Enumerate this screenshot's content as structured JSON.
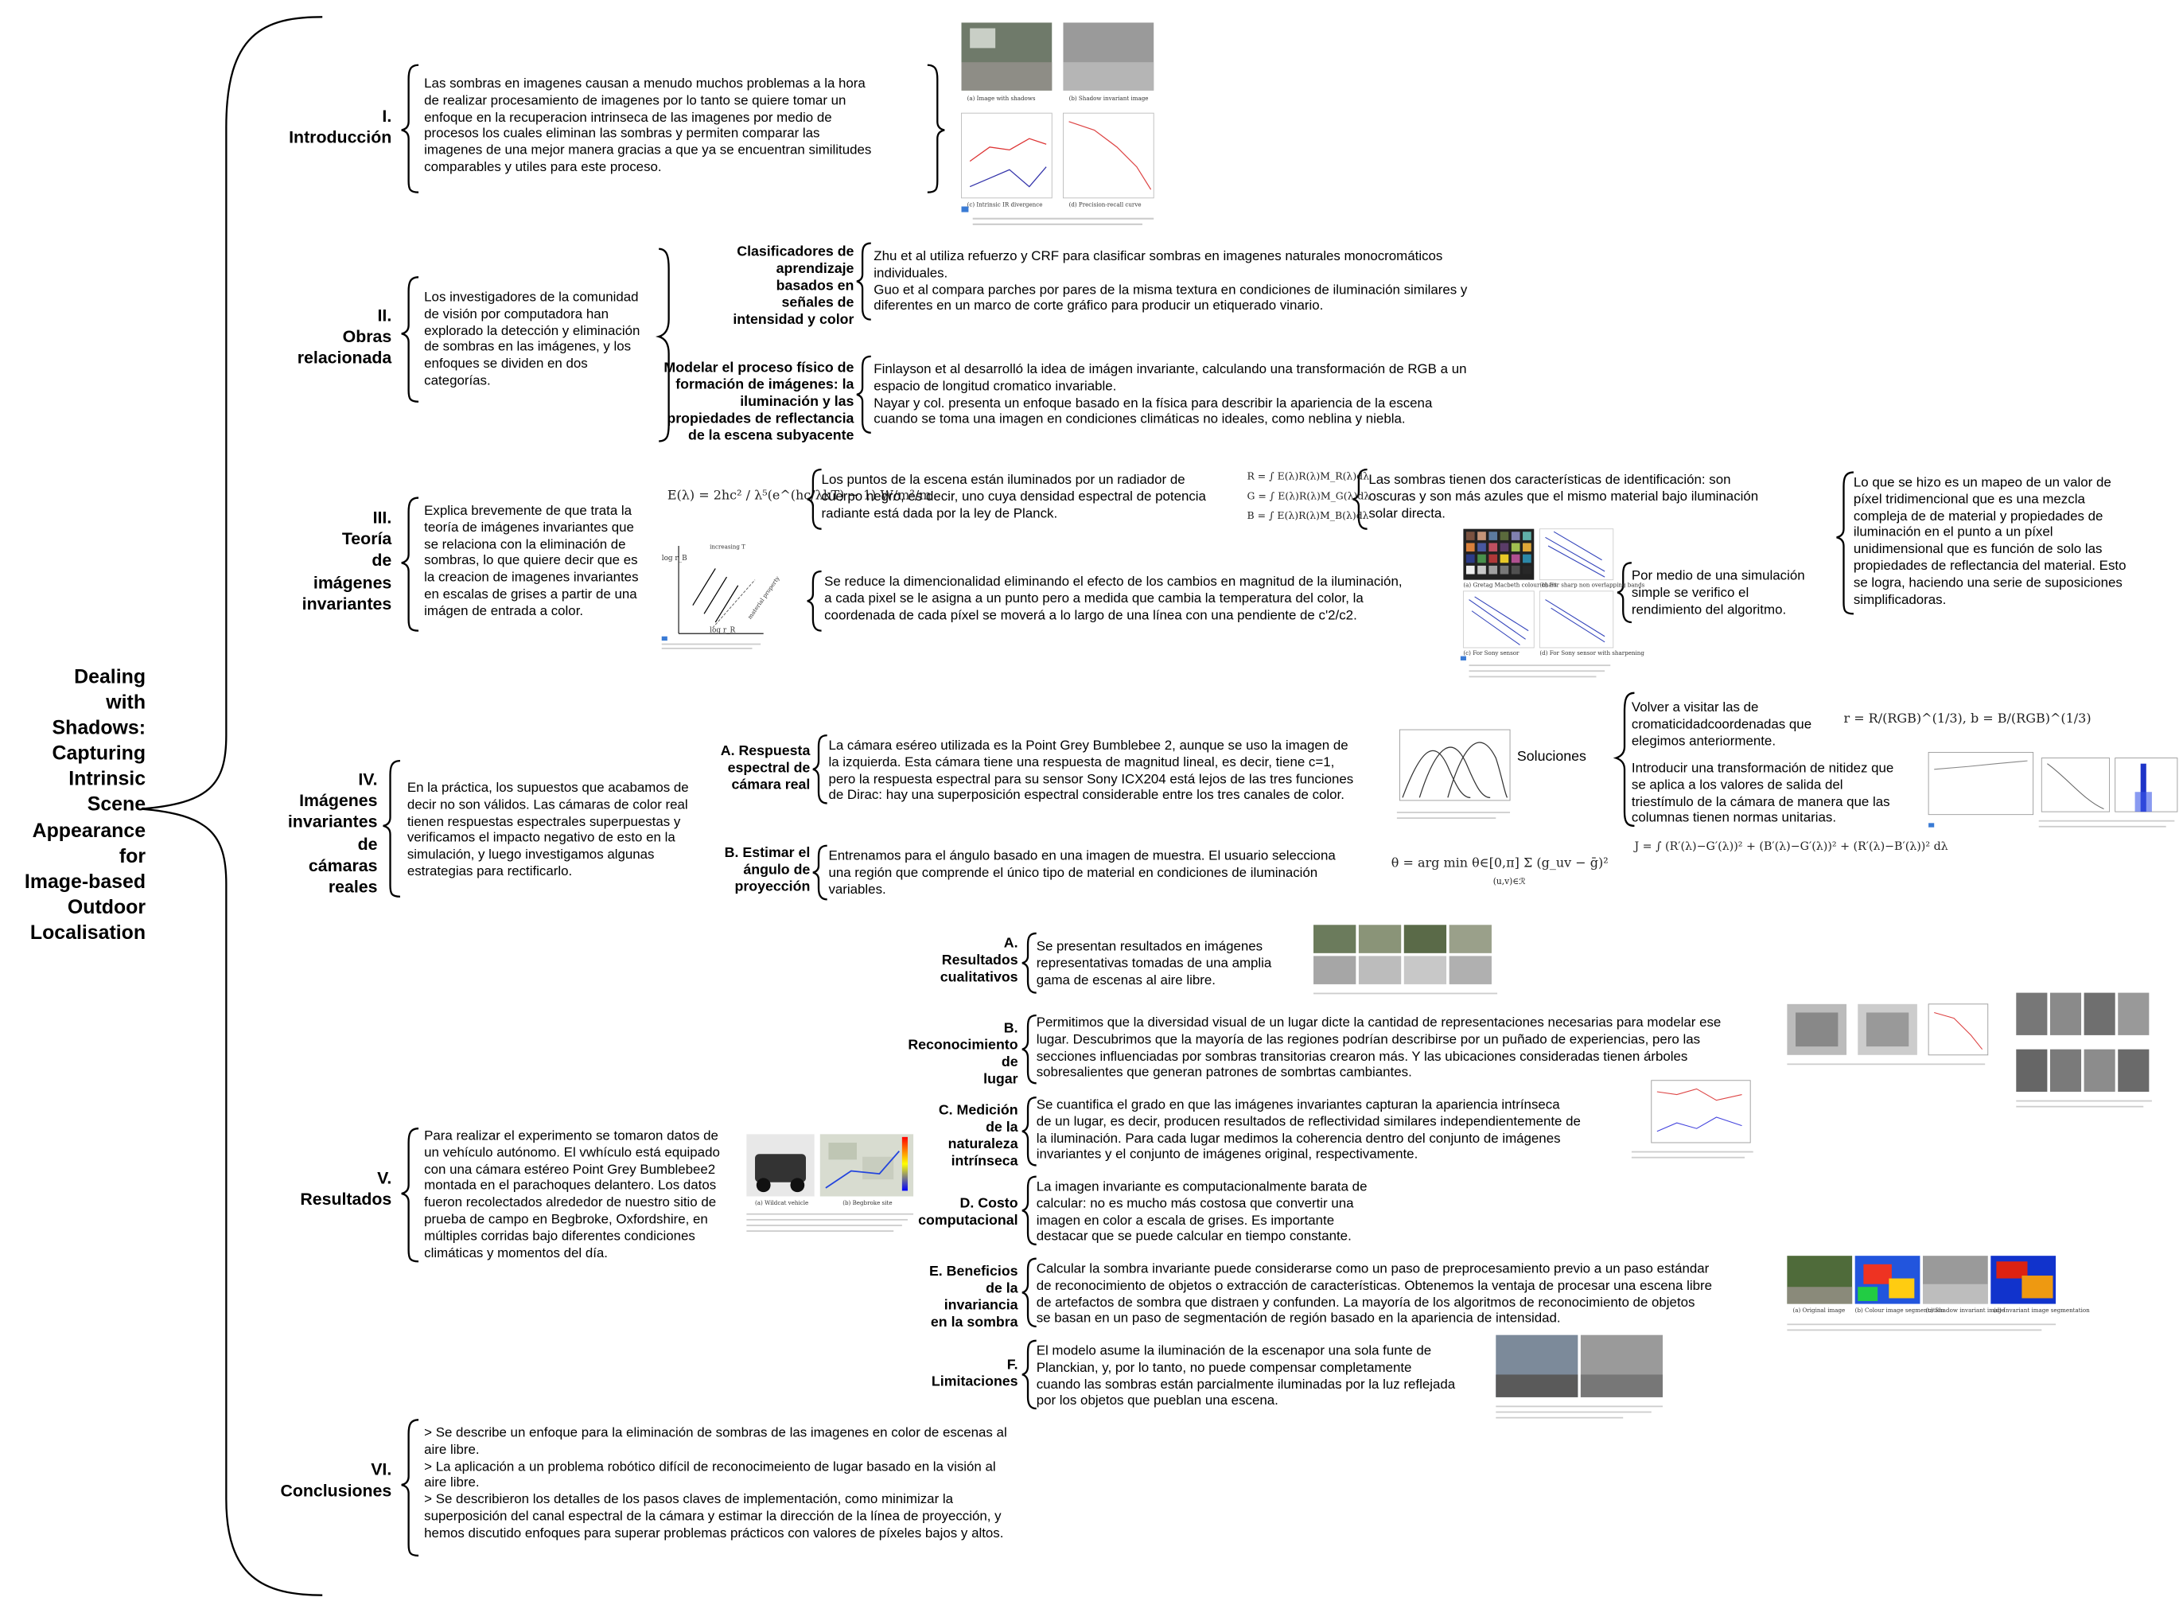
{
  "root": {
    "title_lines": [
      "Dealing",
      "with",
      "Shadows:",
      "Capturing",
      "Intrinsic",
      "Scene",
      "Appearance",
      "for",
      "Image-based",
      "Outdoor",
      "Localisation"
    ]
  },
  "sections": [
    {
      "num": "I.",
      "title_lines": [
        "Introducción"
      ],
      "text_lines": [
        "Las sombras en imagenes causan a menudo muchos problemas a la hora",
        "de realizar procesamiento de imagenes por lo tanto se quiere tomar un",
        "enfoque en  la recuperacion intrinseca de las imagenes por medio de",
        "procesos los cuales eliminan las sombras y permiten comparar las",
        "imagenes de una mejor manera gracias a que ya se encuentran similitudes",
        "comparables y utiles para este proceso."
      ],
      "figure_captions": [
        "(a) Image with shadows",
        "(b) Shadow invariant image",
        "(c) Intrinsic IR divergence",
        "(d) Precision-recall curve"
      ]
    },
    {
      "num": "II.",
      "title_lines": [
        "Obras",
        "relacionada"
      ],
      "text_lines": [
        "Los investigadores de la comunidad",
        "de visión por computadora han",
        "explorado la detección y eliminación",
        "de sombras en las imágenes, y los",
        "enfoques se dividen en dos",
        "categorías."
      ],
      "subs": [
        {
          "label_lines": [
            "Clasificadores de",
            "aprendizaje",
            "basados     en",
            "señales de",
            "intensidad y color"
          ],
          "text_lines": [
            "Zhu et al utiliza refuerzo y CRF para clasificar sombras en imagenes naturales monocromáticos",
            "individuales.",
            "Guo et al compara parches por pares de la misma textura en condiciones de iluminación similares y",
            "diferentes  en un marco de corte gráfico para producir un etiquerado vinario."
          ]
        },
        {
          "label_lines": [
            "Modelar el proceso físico de",
            "formación de imágenes: la",
            "iluminación y las",
            "propiedades de reflectancia",
            "de la escena subyacente"
          ],
          "text_lines": [
            "Finlayson et al desarrolló la idea de imágen invariante, calculando una transformación de RGB a un",
            "espacio de longitud cromatico invariable.",
            "Nayar y col. presenta un enfoque basado en la física para describir la apariencia de la escena",
            "cuando se toma una imagen en condiciones climáticas no ideales, como neblina y niebla."
          ]
        }
      ]
    },
    {
      "num": "III.",
      "title_lines": [
        "Teoría",
        "de",
        "imágenes",
        "invariantes"
      ],
      "text_lines": [
        "Explica brevemente de que trata la",
        "teoría de imágenes invariantes que",
        "se relaciona con la eliminación de",
        "sombras, lo que quiere decir que es",
        "la creacion de imagenes invariantes",
        "en escalas de grises a partir de una",
        "imágen de entrada a color."
      ],
      "planck_lines": [
        "Los puntos de la escena están iluminados por un radiador de",
        "cuerpo negro, es decir, uno cuya densidad espectral de potencia",
        "radiante está dada por la ley de Planck."
      ],
      "shadow_traits_lines": [
        "Las sombras tienen dos características de identificación: son",
        "oscuras y son más azules que el mismo material bajo iluminación",
        "solar directa."
      ],
      "mapping_lines": [
        "Lo que se hizo es un mapeo de un valor de",
        "píxel tridimencional que es una mezcla",
        "compleja de de material y propiedades de",
        "iluminación en el punto a un píxel",
        "unidimensional que es función de solo las",
        "propiedades de reflectancia del material. Esto",
        "se logra, haciendo una serie de suposiciones",
        "simplificadoras."
      ],
      "reduce_lines": [
        "Se reduce la dimencionalidad eliminando el efecto de los cambios en magnitud de la iluminación,",
        "a cada pixel se le asigna a un punto pero a medida que cambia la temperatura del color, la",
        "coordenada de cada píxel se moverá a lo largo de una línea con una pendiente de c'2/c2."
      ],
      "simulation_lines": [
        "Por medio de una simulación",
        "simple se verifico el",
        "rendimiento del algoritmo."
      ],
      "figure_labels": [
        "log r_B",
        "log r_R",
        "increasing T",
        "material property"
      ],
      "chart_captions": [
        "(a) Gretag Macbeth colour chart",
        "(b) For sharp non overlapping bands",
        "(c) For Sony sensor",
        "(d) For Sony sensor with sharpening"
      ]
    },
    {
      "num": "IV.",
      "title_lines": [
        "Imágenes",
        "invariantes",
        "de",
        "cámaras",
        "reales"
      ],
      "text_lines": [
        "En la práctica, los supuestos que acabamos de",
        "decir no son válidos. Las cámaras de color real",
        "tienen respuestas espectrales superpuestas y",
        "verificamos el impacto negativo de esto en la",
        "simulación, y luego investigamos algunas",
        "estrategias para rectificarlo."
      ],
      "subs": [
        {
          "label_lines": [
            "A. Respuesta",
            "espectral de",
            "cámara real"
          ],
          "text_lines": [
            "La cámara eséreo utilizada es la Point Grey Bumblebee 2, aunque se uso la imagen de",
            "la izquierda. Esta cámara tiene una respuesta de magnitud lineal, es decir, tiene c=1,",
            "pero la respuesta espectral para su sensor Sony ICX204 está lejos de las tres funciones",
            "de Dirac: hay una superposición espectral considerable entre los tres canales de color."
          ]
        },
        {
          "label_lines": [
            "B. Estimar el",
            "ángulo de",
            "proyección"
          ],
          "text_lines": [
            "Entrenamos para el ángulo basado en una imagen de muestra. El usuario selecciona",
            "una región que comprende el único tipo de material en condiciones de iluminación",
            "variables."
          ]
        }
      ],
      "solutions_label": "Soluciones",
      "solution1_lines": [
        "Volver a visitar las  de",
        "cromaticidadcoordenadas que",
        "elegimos anteriormente."
      ],
      "solution2_lines": [
        "Introducir una transformación de nitidez que",
        "se aplica a los valores de salida del",
        "triestímulo de la cámara de manera que las",
        "columnas tienen normas unitarias."
      ]
    },
    {
      "num": "V.",
      "title_lines": [
        "Resultados"
      ],
      "text_lines": [
        "Para realizar el experimento se tomaron datos de",
        "un vehículo autónomo. El vwhículo está equipado",
        "con una cámara estéreo Point Grey Bumblebee2",
        "montada en el parachoques delantero. Los datos",
        "fueron recolectados alrededor de nuestro sitio de",
        "prueba de campo en Begbroke, Oxfordshire, en",
        "múltiples corridas bajo diferentes condiciones",
        "climáticas y momentos del día."
      ],
      "figure_captions": [
        "(a) Wildcat vehicle",
        "(b) Begbroke site"
      ],
      "subs": [
        {
          "label_lines": [
            "A.",
            "Resultados",
            "cualitativos"
          ],
          "text_lines": [
            "Se presentan resultados en imágenes",
            "representativas tomadas de una amplia",
            "gama de escenas al aire libre."
          ]
        },
        {
          "label_lines": [
            "B.",
            "Reconocimiento",
            "de",
            "lugar"
          ],
          "text_lines": [
            "Permitimos que la diversidad visual de un lugar dicte la cantidad de representaciones necesarias para modelar ese",
            "lugar. Descubrimos que la mayoría de las regiones podrían describirse por un puñado de experiencias, pero las",
            "secciones influenciadas por sombras transitorias crearon más. Y las ubicaciones consideradas tienen árboles",
            "sobresalientes que generan patrones de sombrtas cambiantes."
          ]
        },
        {
          "label_lines": [
            "C. Medición",
            "de la",
            "naturaleza",
            "intrínseca"
          ],
          "text_lines": [
            "Se cuantifica el grado en que las imágenes invariantes capturan la apariencia  intrínseca",
            "de un lugar, es decir, producen resultados de reflectividad similares independientemente de",
            "la iluminación. Para cada lugar medimos la coherencia dentro del conjunto de imágenes",
            "invariantes y el conjunto de imágenes original, respectivamente."
          ]
        },
        {
          "label_lines": [
            "D. Costo",
            "computacional"
          ],
          "text_lines": [
            "La imagen invariante es computacionalmente barata de",
            "calcular: no es mucho más costosa que convertir una",
            "imagen en color a escala de grises. Es importante",
            "destacar que se puede calcular en tiempo constante."
          ]
        },
        {
          "label_lines": [
            "E. Beneficios",
            "de la",
            "invariancia",
            "en la sombra"
          ],
          "text_lines": [
            "Calcular la sombra invariante puede considerarse como un paso de preprocesamiento previo a un paso estándar",
            "de reconocimiento de objetos o extracción de características. Obtenemos la ventaja de procesar una escena libre",
            "de artefactos de sombra que distraen y confunden. La mayoría de los algoritmos de reconocimiento de objetos",
            "se basan en un paso de segmentación de región basado en la apariencia de intensidad."
          ]
        },
        {
          "label_lines": [
            "F.",
            "Limitaciones"
          ],
          "text_lines": [
            "El modelo asume la iluminación de la escenapor una sola funte de",
            "Planckian, y, por lo  tanto, no puede compensar completamente",
            "cuando las sombras están parcialmente iluminadas por la luz reflejada",
            "por los objetos que pueblan una escena."
          ]
        }
      ],
      "segmentation_captions": [
        "(a) Original image",
        "(b) Colour image segmentation",
        "(c) Shadow invariant image",
        "(d) Invariant image segmentation"
      ]
    },
    {
      "num": "VI.",
      "title_lines": [
        "Conclusiones"
      ],
      "text_lines": [
        "> Se describe un enfoque para la eliminación de sombras de las imagenes en color de escenas al",
        "aire libre.",
        "> La aplicación a un problema robótico difícil de reconocimeiento de lugar basado en la visión al",
        "aire libre.",
        "> Se describieron los detalles de los pasos claves de implementación, como minimizar la",
        "superposición del canal espectral de la cámara y estimar la dirección de la línea de proyección, y",
        "hemos discutido enfoques para superar problemas prácticos con valores de píxeles bajos y altos."
      ]
    }
  ],
  "equations": {
    "planck": "E(λ) = 2hc² / λ⁵(e^(hc/λkT) − 1)  W/m²/m",
    "rgb_r": "R = ∫ E(λ)R(λ)M_R(λ)dλ",
    "rgb_g": "G = ∫ E(λ)R(λ)M_G(λ)dλ",
    "rgb_b": "B = ∫ E(λ)R(λ)M_B(λ)dλ",
    "chroma": "r = R/(RGB)^(1/3),  b = B/(RGB)^(1/3)",
    "angle": "θ = arg min θ∈[0,π]  Σ (g_uv − ḡ)²",
    "angle_sub": "(u,v)∈ℛ",
    "sharpen": "J = ∫ (R′(λ)−G′(λ))² + (B′(λ)−G′(λ))² + (R′(λ)−B′(λ))² dλ"
  },
  "colors": {
    "line": "#000000",
    "text": "#000000",
    "figure_bg": "#f4f4f4"
  }
}
